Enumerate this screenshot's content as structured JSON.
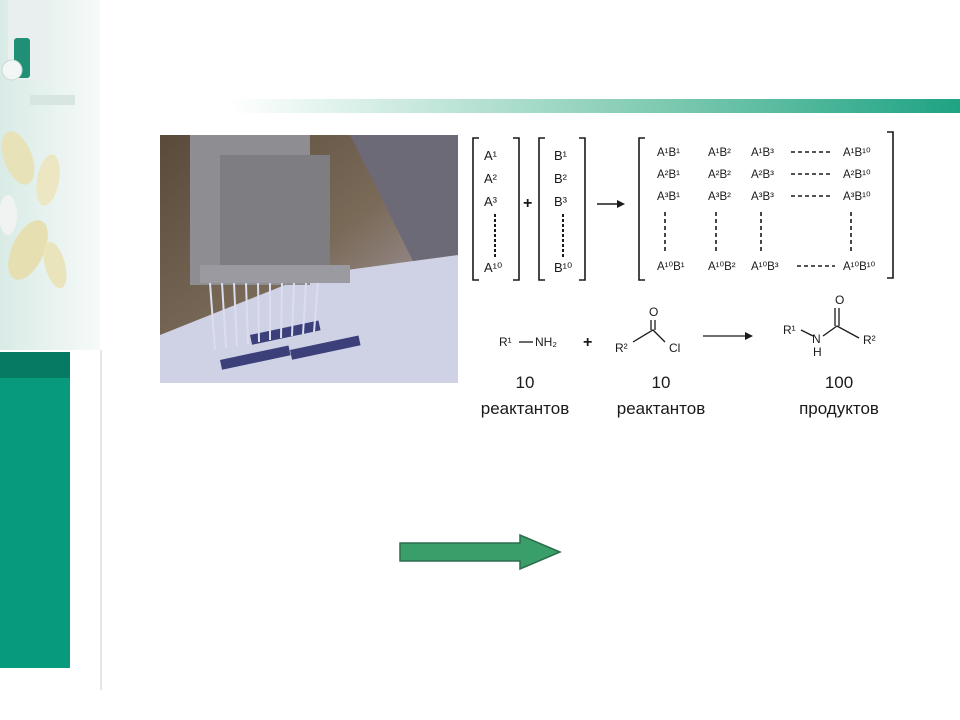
{
  "scheme": {
    "list_a": [
      "A¹",
      "A²",
      "A³",
      "A¹⁰"
    ],
    "list_b": [
      "B¹",
      "B²",
      "B³",
      "B¹⁰"
    ],
    "plus": "+",
    "matrix_rows": [
      [
        "A¹B¹",
        "A¹B²",
        "A¹B³",
        "A¹B¹⁰"
      ],
      [
        "A²B¹",
        "A²B²",
        "A²B³",
        "A²B¹⁰"
      ],
      [
        "A³B¹",
        "A³B²",
        "A³B³",
        "A³B¹⁰"
      ]
    ],
    "matrix_last_row": [
      "A¹⁰B¹",
      "A¹⁰B²",
      "A¹⁰B³",
      "A¹⁰B¹⁰"
    ],
    "reaction": {
      "amine_r": "R¹",
      "amine_group": "NH₂",
      "plus": "+",
      "acyl_o": "O",
      "acyl_r": "R²",
      "acyl_cl": "Cl",
      "product_o": "O",
      "product_r1": "R¹",
      "product_n": "N",
      "product_h": "H",
      "product_r2": "R²"
    },
    "counts": [
      {
        "number": "10",
        "label": "реактантов"
      },
      {
        "number": "10",
        "label": "реактантов"
      },
      {
        "number": "100",
        "label": "продуктов"
      }
    ]
  },
  "colors": {
    "teal": "#079a7c",
    "arrow_green": "#3a9e6a"
  }
}
